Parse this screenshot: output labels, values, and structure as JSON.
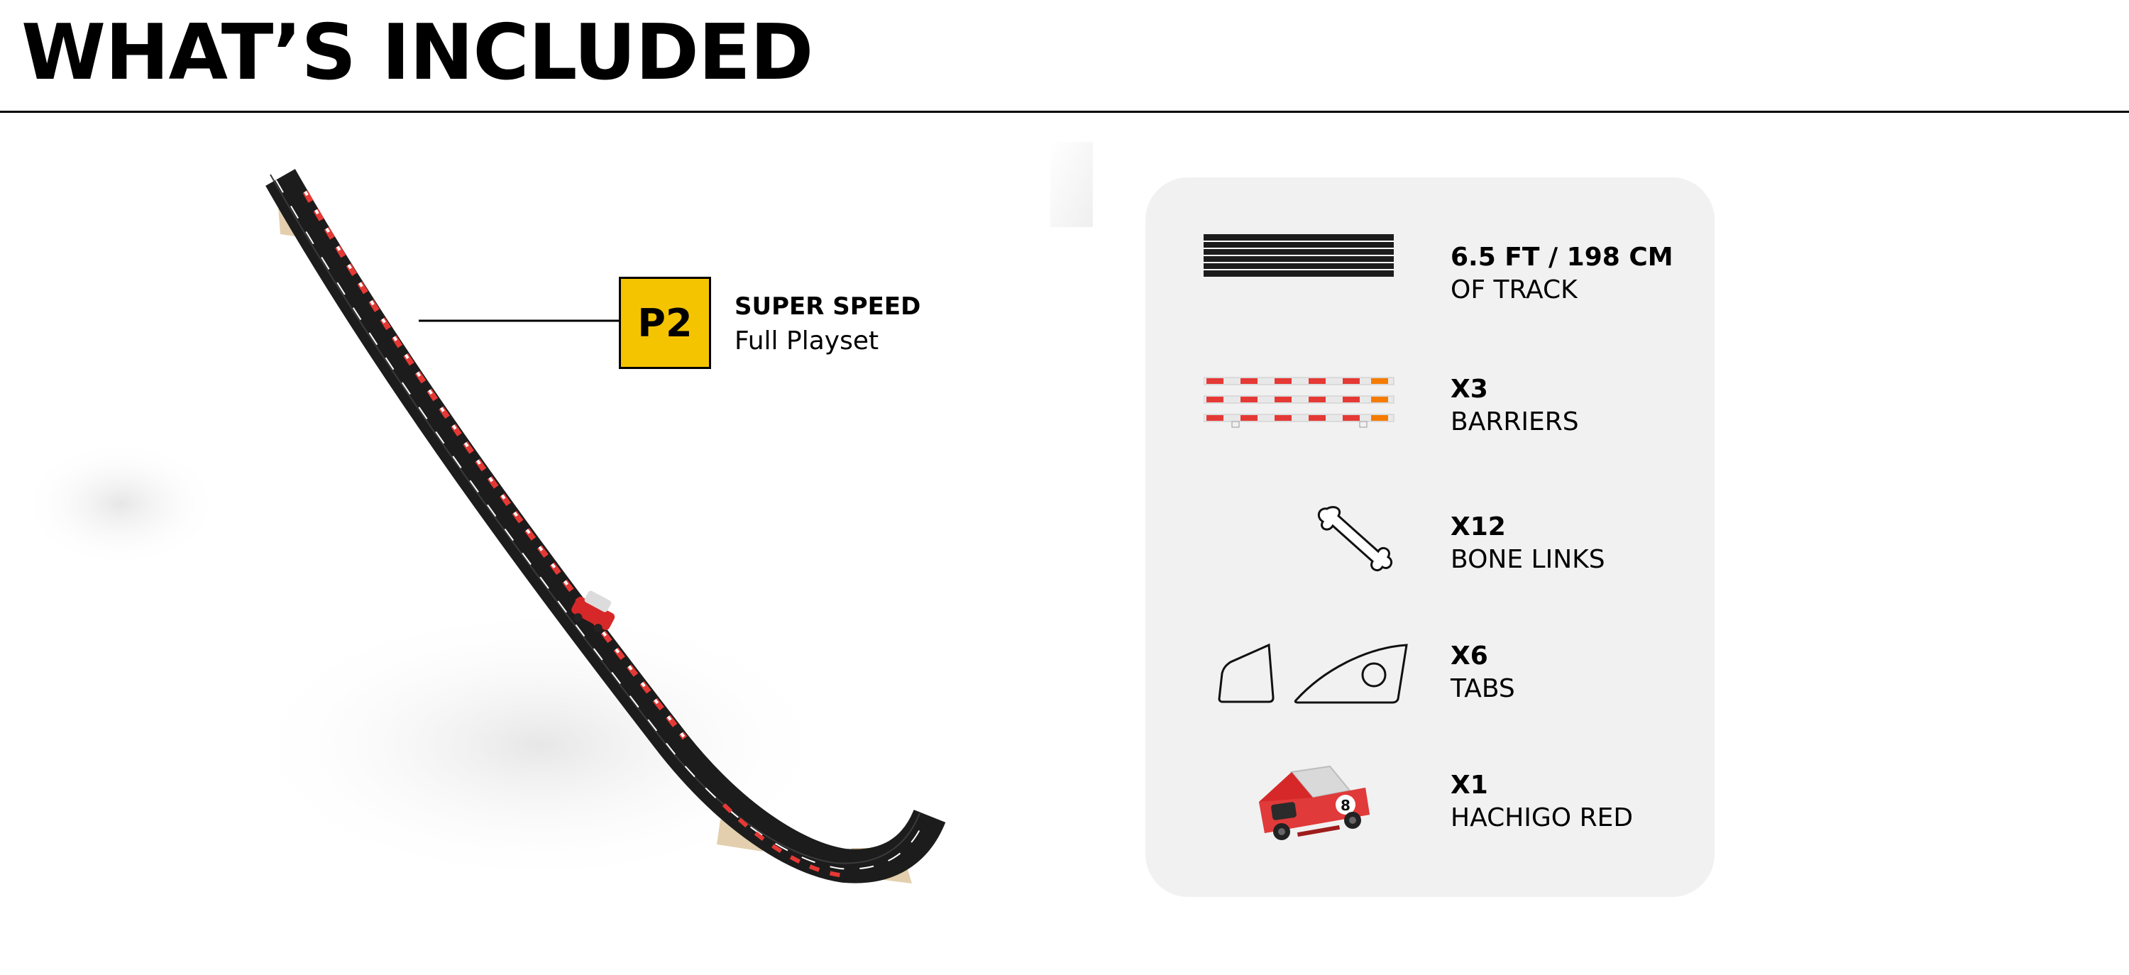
{
  "header": {
    "title": "WHAT’S INCLUDED"
  },
  "product": {
    "badge": "P2",
    "name": "SUPER SPEED",
    "subtitle": "Full Playset"
  },
  "items": [
    {
      "qty": "6.5 FT / 198 CM",
      "label": "OF TRACK",
      "icon": "track-pieces-icon"
    },
    {
      "qty": "X3",
      "label": "BARRIERS",
      "icon": "barriers-icon"
    },
    {
      "qty": "X12",
      "label": "BONE LINKS",
      "icon": "bone-link-icon"
    },
    {
      "qty": "X6",
      "label": "TABS",
      "icon": "tabs-icon"
    },
    {
      "qty": "X1",
      "label": "HACHIGO RED",
      "icon": "toy-car-icon"
    }
  ],
  "colors": {
    "badge": "#f5c400",
    "card": "#f1f1f1",
    "track": "#1c1c1c",
    "barrier_red": "#e53935",
    "barrier_orange": "#f57c00",
    "car_red": "#d62828"
  }
}
